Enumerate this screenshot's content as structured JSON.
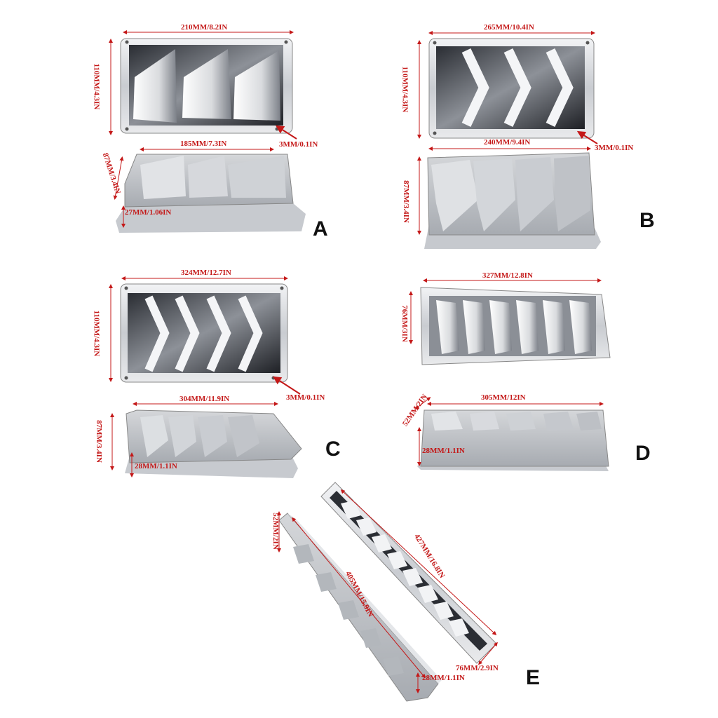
{
  "colors": {
    "dimension": "#c41818",
    "steel_light": "#e6e7e9",
    "steel_mid": "#b9bcc1",
    "steel_dark": "#3b3e44",
    "letter": "#111111"
  },
  "vents": {
    "A": {
      "letter": "A",
      "top_width": "210MM/8.2IN",
      "top_height": "110MM/4.3IN",
      "hole": "3MM/0.1IN",
      "bottom_width": "185MM/7.3IN",
      "bottom_depth": "87MM/3.4IN",
      "bottom_height": "27MM/1.06IN"
    },
    "B": {
      "letter": "B",
      "top_width": "265MM/10.4IN",
      "top_height": "110MM/4.3IN",
      "hole": "3MM/0.1IN",
      "bottom_width": "240MM/9.4IN",
      "bottom_depth": "87MM/3.4IN"
    },
    "C": {
      "letter": "C",
      "top_width": "324MM/12.7IN",
      "top_height": "110MM/4.3IN",
      "hole": "3MM/0.1IN",
      "bottom_width": "304MM/11.9IN",
      "bottom_depth": "87MM/3.4IN",
      "bottom_height": "28MM/1.1IN"
    },
    "D": {
      "letter": "D",
      "top_width": "327MM/12.8IN",
      "top_height": "76MM/3IN",
      "bottom_width": "305MM/12IN",
      "bottom_depth": "52MM/2IN",
      "bottom_height": "28MM/1.1IN"
    },
    "E": {
      "letter": "E",
      "depth": "52MM/2IN",
      "inner_length": "405MM/15.9IN",
      "outer_length": "427MM/16.8IN",
      "width": "76MM/2.9IN",
      "height": "28MM/1.1IN"
    }
  }
}
